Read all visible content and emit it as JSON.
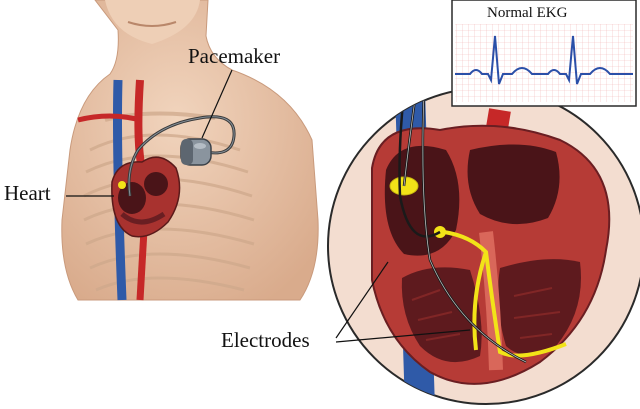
{
  "labels": {
    "pacemaker": "Pacemaker",
    "heart": "Heart",
    "electrodes": "Electrodes",
    "ekg_title": "Normal EKG"
  },
  "colors": {
    "skin": "#e9c7ac",
    "skin_shadow": "#d9ab8c",
    "heart_muscle": "#a8322f",
    "heart_dark": "#4a1418",
    "chamber": "#6a1e22",
    "artery": "#c62828",
    "vein": "#2f5aa8",
    "nerve": "#f2e318",
    "lead_wire": "#1a1a1a",
    "ekg_grid": "#f2b7b7",
    "ekg_trace": "#2b4fa8",
    "zoom_bg": "#f3ddd0"
  },
  "icons": [
    "pacemaker-device-icon",
    "heart-illustration",
    "ekg-trace-icon"
  ]
}
